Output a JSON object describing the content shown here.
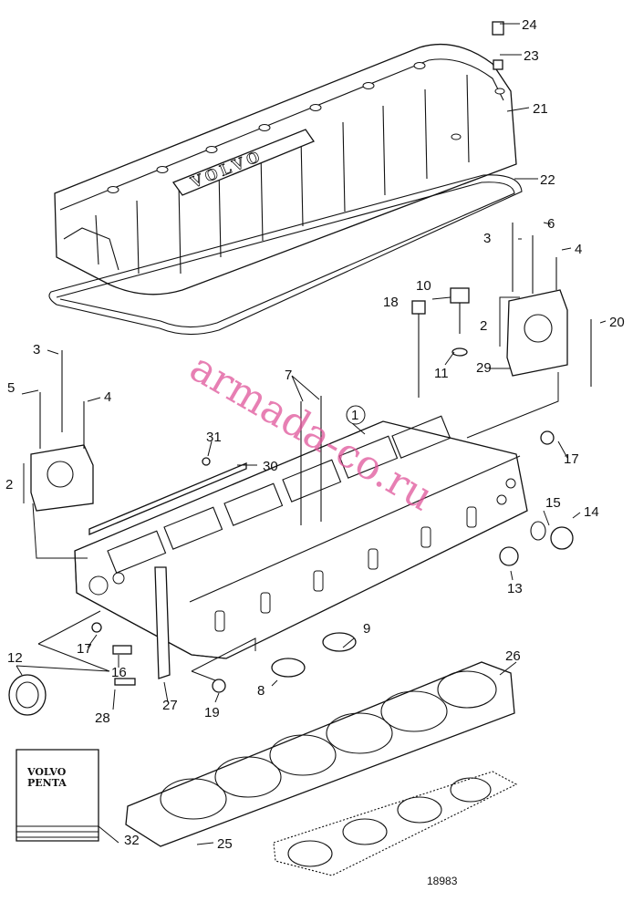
{
  "watermark": "armada-co.ru",
  "figure_number": "18983",
  "cover_brand": "VOLVO",
  "manual_brand_line1": "VOLVO",
  "manual_brand_line2": "PENTA",
  "callouts": [
    "1",
    "2",
    "2",
    "3",
    "3",
    "4",
    "4",
    "5",
    "6",
    "7",
    "8",
    "9",
    "10",
    "11",
    "12",
    "13",
    "14",
    "15",
    "16",
    "17",
    "17",
    "18",
    "19",
    "20",
    "21",
    "22",
    "23",
    "24",
    "25",
    "26",
    "27",
    "28",
    "29",
    "30",
    "31",
    "32"
  ]
}
